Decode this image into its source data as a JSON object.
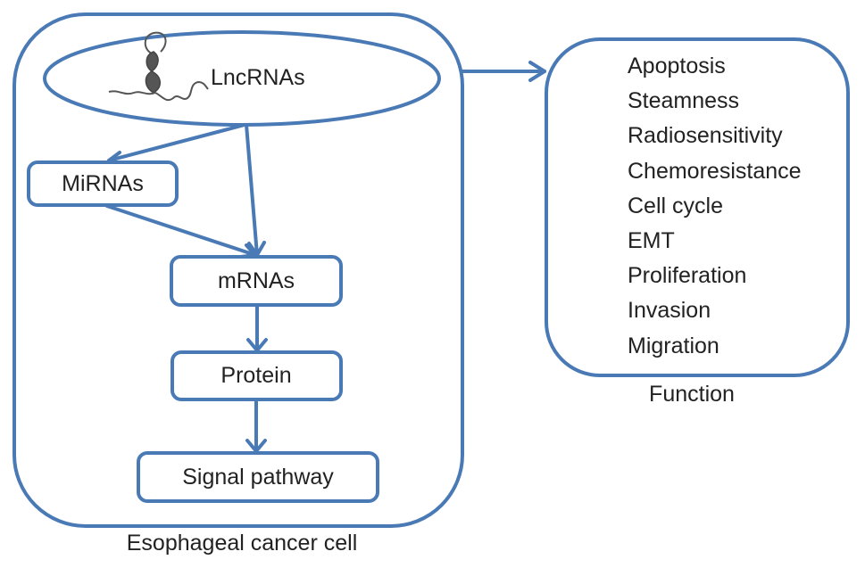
{
  "diagram": {
    "container_label": "Esophageal cancer cell",
    "function_label": "Function",
    "nodes": {
      "lncrnas": "LncRNAs",
      "mirnas": "MiRNAs",
      "mrnas": "mRNAs",
      "protein": "Protein",
      "signal_pathway": "Signal pathway"
    },
    "functions": [
      "Apoptosis",
      "Steamness",
      "Radiosensitivity",
      "Chemoresistance",
      "Cell cycle",
      "EMT",
      "Proliferation",
      "Invasion",
      "Migration"
    ],
    "edges": [
      {
        "from": "LncRNAs",
        "to": "MiRNAs"
      },
      {
        "from": "LncRNAs",
        "to": "mRNAs"
      },
      {
        "from": "MiRNAs",
        "to": "mRNAs"
      },
      {
        "from": "mRNAs",
        "to": "Protein"
      },
      {
        "from": "Protein",
        "to": "Signal pathway"
      },
      {
        "from": "Esophageal cancer cell",
        "to": "Function"
      }
    ],
    "line_color": "#4a7ab5",
    "icons": {
      "lncrna": "rna-strand-icon"
    }
  }
}
